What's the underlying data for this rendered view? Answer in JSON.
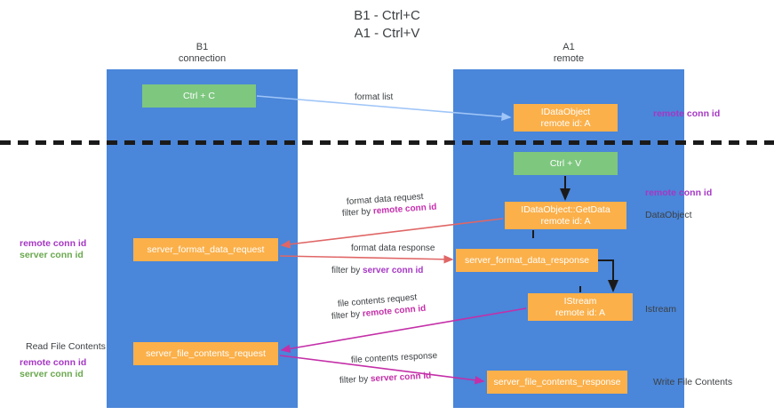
{
  "title": {
    "line1": "B1 - Ctrl+C",
    "line2": "A1 - Ctrl+V"
  },
  "lanes": [
    {
      "id": "b1",
      "name": "B1",
      "subtitle": "connection",
      "color": "#4a86d9"
    },
    {
      "id": "a1",
      "name": "A1",
      "subtitle": "remote",
      "color": "#4a86d9"
    }
  ],
  "colors": {
    "lane": "#4a86d9",
    "node_green": "#7ec77f",
    "node_orange": "#fbb04a",
    "accent_purple": "#a637c4",
    "accent_green": "#6aa84f",
    "accent_magenta": "#c72fb0",
    "arrow_blue": "#9fc5f8",
    "arrow_red": "#e06666",
    "arrow_pink": "#c42fa8",
    "arrow_black": "#1a1a1a",
    "divider": "#1a1a1a",
    "text": "#3c4043"
  },
  "nodes": {
    "ctrl_c": {
      "label": "Ctrl + C"
    },
    "idataobject": {
      "line1": "IDataObject",
      "line2": "remote id: A"
    },
    "ctrl_v": {
      "label": "Ctrl + V"
    },
    "getdata": {
      "line1": "IDataObject::GetData",
      "line2": "remote id: A"
    },
    "server_format_data_request": {
      "label": "server_format_data_request"
    },
    "server_format_data_response": {
      "label": "server_format_data_response"
    },
    "istream": {
      "line1": "IStream",
      "line2": "remote id: A"
    },
    "server_file_contents_request": {
      "label": "server_file_contents_request"
    },
    "server_file_contents_response": {
      "label": "server_file_contents_response"
    }
  },
  "edge_labels": {
    "format_list": "format list",
    "format_data_request": "format data request",
    "filter_by": "filter by ",
    "remote_conn_id": "remote conn id",
    "format_data_response": "format data response",
    "server_conn_id": "server conn id",
    "file_contents_request": "file contents request",
    "file_contents_response": "file contents response"
  },
  "side_labels": {
    "remote_conn_id": "remote conn id",
    "server_conn_id": "server conn id",
    "dataobject": "DataObject",
    "istream": "Istream",
    "read_file_contents": "Read File Contents",
    "write_file_contents": "Write File Contents"
  }
}
